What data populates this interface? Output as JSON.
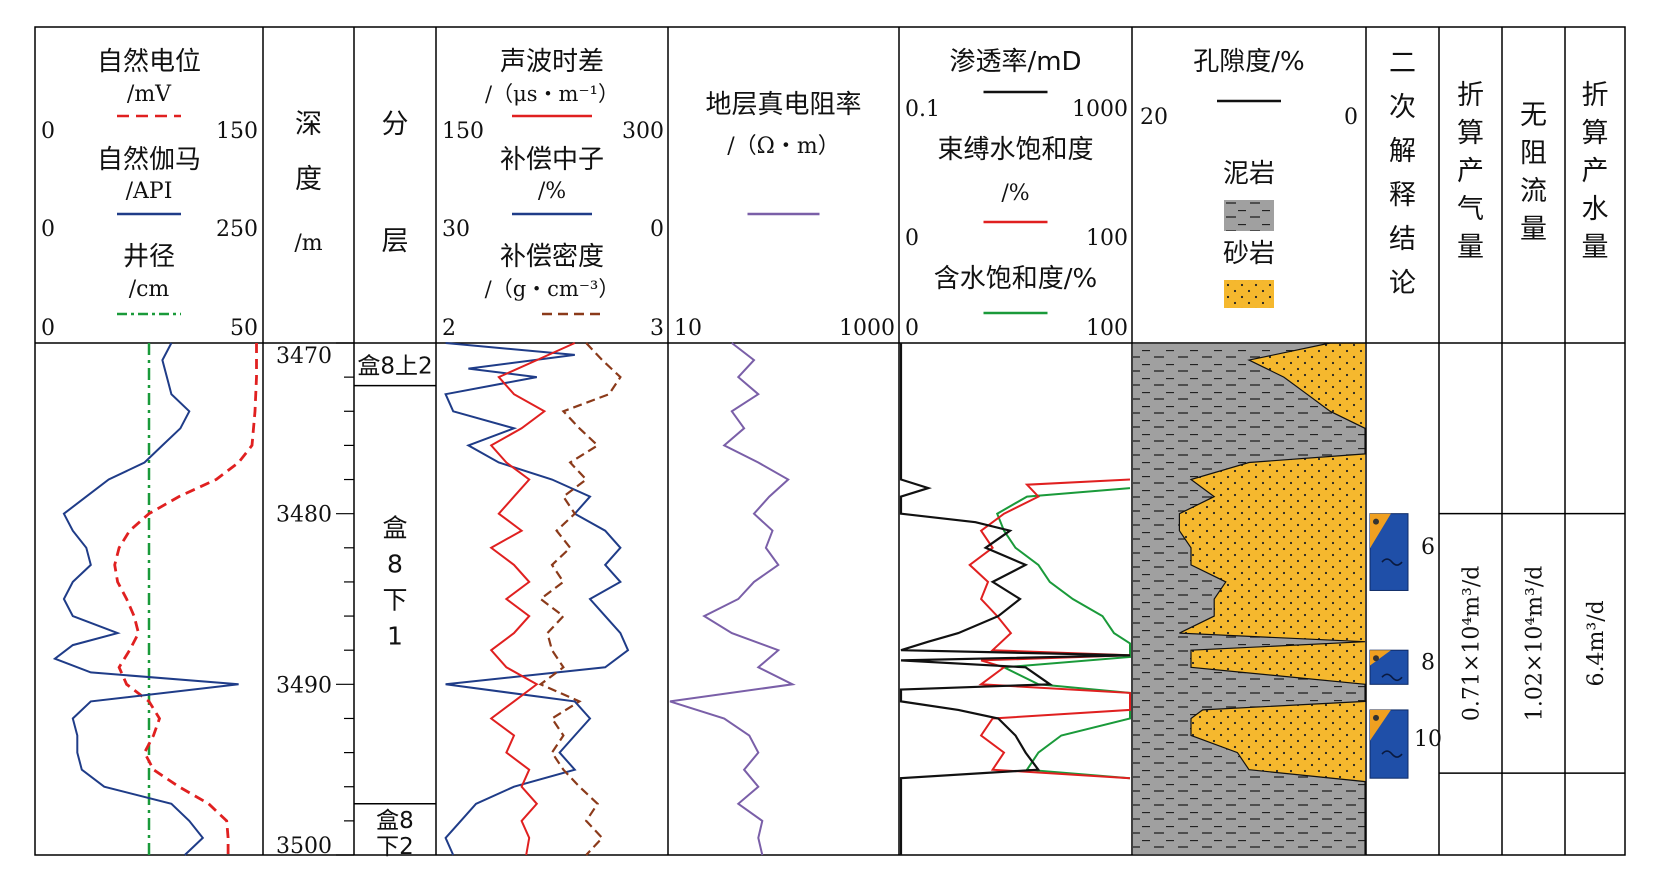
{
  "chart_data": {
    "type": "well_log",
    "depth": {
      "min": 3470,
      "max": 3500,
      "ticks": [
        "3470",
        "3480",
        "3490",
        "3500"
      ],
      "header": [
        "深",
        "度",
        "/m"
      ]
    },
    "columns": {
      "sp_gr_cal": {
        "sp": {
          "name": "自然电位",
          "unit": "/mV",
          "min": "0",
          "max": "150",
          "color": "#e02020"
        },
        "gr": {
          "name": "自然伽马",
          "unit": "/API",
          "min": "0",
          "max": "250",
          "color": "#1f3c88"
        },
        "cal": {
          "name": "井径",
          "unit": "/cm",
          "min": "0",
          "max": "50",
          "color": "#1a9a3a"
        }
      },
      "layer": {
        "header": [
          "分",
          "层"
        ]
      },
      "ac_cnl_den": {
        "ac": {
          "name": "声波时差",
          "unit": "/（μs・m⁻¹）",
          "min": "150",
          "max": "300",
          "color": "#e02020"
        },
        "cnl": {
          "name": "补偿中子",
          "unit": "/%",
          "min": "30",
          "max": "0",
          "color": "#1f3c88"
        },
        "den": {
          "name": "补偿密度",
          "unit": "/（g・cm⁻³）",
          "min": "2",
          "max": "3",
          "color": "#8b3a1a"
        }
      },
      "rt": {
        "name": "地层真电阻率",
        "unit": "/（Ω・m）",
        "min": "10",
        "max": "1000",
        "color": "#7a5fa8"
      },
      "perm_sat": {
        "perm": {
          "name": "渗透率/mD",
          "min": "0.1",
          "max": "1000",
          "color": "#111111"
        },
        "swb": {
          "name": "束缚水饱和度",
          "unit": "/%",
          "min": "0",
          "max": "100",
          "color": "#e02020"
        },
        "sw": {
          "name": "含水饱和度/%",
          "min": "0",
          "max": "100",
          "color": "#1a9a3a"
        }
      },
      "porosity": {
        "name": "孔隙度/%",
        "min": "20",
        "max": "0",
        "shale_label": "泥岩",
        "sand_label": "砂岩",
        "shale_color": "#a0a0a0",
        "sand_color": "#f5b82e"
      },
      "interp": {
        "header": [
          "二",
          "次",
          "解",
          "释",
          "结",
          "论"
        ]
      },
      "gas": {
        "header": [
          "折",
          "算",
          "产",
          "气",
          "量"
        ],
        "value": "0.71×10⁴m³/d"
      },
      "flow": {
        "header": [
          "无",
          "阻",
          "流",
          "量"
        ],
        "value": "1.02×10⁴m³/d"
      },
      "water": {
        "header": [
          "折",
          "算",
          "产",
          "水",
          "量"
        ],
        "value": "6.4m³/d"
      }
    },
    "layers": [
      {
        "name": "盒8上2",
        "top": 3470,
        "bottom": 3472.5
      },
      {
        "name": "盒8下1",
        "top": 3472.5,
        "bottom": 3497
      },
      {
        "name": "盒8下2",
        "top": 3497,
        "bottom": 3500
      }
    ],
    "intervals": [
      {
        "number": "6",
        "top": 3480,
        "bottom": 3484.5
      },
      {
        "number": "8",
        "top": 3488,
        "bottom": 3490
      },
      {
        "number": "10",
        "top": 3491.5,
        "bottom": 3495.5
      }
    ],
    "series": {
      "sp": [
        [
          3470,
          147
        ],
        [
          3472,
          147
        ],
        [
          3474,
          146
        ],
        [
          3476,
          144
        ],
        [
          3477,
          135
        ],
        [
          3478,
          120
        ],
        [
          3479,
          95
        ],
        [
          3480,
          75
        ],
        [
          3481,
          62
        ],
        [
          3482,
          55
        ],
        [
          3483,
          52
        ],
        [
          3484,
          54
        ],
        [
          3485,
          60
        ],
        [
          3486,
          65
        ],
        [
          3487,
          68
        ],
        [
          3488,
          62
        ],
        [
          3489,
          55
        ],
        [
          3490,
          60
        ],
        [
          3491,
          75
        ],
        [
          3492,
          82
        ],
        [
          3493,
          78
        ],
        [
          3494,
          72
        ],
        [
          3495,
          78
        ],
        [
          3496,
          95
        ],
        [
          3497,
          115
        ],
        [
          3498,
          127
        ],
        [
          3499,
          128
        ],
        [
          3500,
          128
        ]
      ],
      "gr": [
        [
          3470,
          150
        ],
        [
          3471,
          140
        ],
        [
          3472,
          145
        ],
        [
          3473,
          150
        ],
        [
          3474,
          170
        ],
        [
          3475,
          160
        ],
        [
          3476,
          140
        ],
        [
          3477,
          120
        ],
        [
          3478,
          80
        ],
        [
          3479,
          55
        ],
        [
          3480,
          30
        ],
        [
          3481,
          40
        ],
        [
          3482,
          55
        ],
        [
          3483,
          60
        ],
        [
          3484,
          40
        ],
        [
          3485,
          30
        ],
        [
          3486,
          40
        ],
        [
          3487,
          90
        ],
        [
          3487.7,
          40
        ],
        [
          3488.5,
          20
        ],
        [
          3489.3,
          60
        ],
        [
          3490,
          225
        ],
        [
          3491,
          60
        ],
        [
          3492,
          40
        ],
        [
          3493,
          45
        ],
        [
          3494,
          45
        ],
        [
          3495,
          50
        ],
        [
          3496,
          75
        ],
        [
          3497,
          150
        ],
        [
          3498,
          170
        ],
        [
          3499,
          185
        ],
        [
          3500,
          165
        ]
      ],
      "cal": [
        [
          3470,
          25
        ],
        [
          3500,
          25
        ]
      ],
      "ac": [
        [
          3470,
          240
        ],
        [
          3471,
          215
        ],
        [
          3472,
          190
        ],
        [
          3473,
          200
        ],
        [
          3474,
          220
        ],
        [
          3475,
          205
        ],
        [
          3476,
          185
        ],
        [
          3477,
          195
        ],
        [
          3478,
          210
        ],
        [
          3479,
          200
        ],
        [
          3480,
          190
        ],
        [
          3481,
          205
        ],
        [
          3482,
          185
        ],
        [
          3483,
          200
        ],
        [
          3484,
          210
        ],
        [
          3485,
          195
        ],
        [
          3486,
          210
        ],
        [
          3487,
          200
        ],
        [
          3488,
          185
        ],
        [
          3489,
          195
        ],
        [
          3490,
          215
        ],
        [
          3491,
          200
        ],
        [
          3492,
          185
        ],
        [
          3493,
          200
        ],
        [
          3494,
          195
        ],
        [
          3495,
          210
        ],
        [
          3496,
          205
        ],
        [
          3497,
          215
        ],
        [
          3498,
          205
        ],
        [
          3499,
          210
        ],
        [
          3500,
          208
        ]
      ],
      "cnl": [
        [
          3470,
          29
        ],
        [
          3470.7,
          12
        ],
        [
          3471.5,
          26
        ],
        [
          3472,
          17
        ],
        [
          3473,
          29
        ],
        [
          3474,
          28
        ],
        [
          3475,
          20
        ],
        [
          3476,
          26
        ],
        [
          3477,
          22
        ],
        [
          3478,
          15
        ],
        [
          3479,
          10
        ],
        [
          3480,
          12
        ],
        [
          3481,
          8
        ],
        [
          3482,
          6
        ],
        [
          3483,
          8
        ],
        [
          3484,
          6
        ],
        [
          3485,
          10
        ],
        [
          3486,
          8
        ],
        [
          3487,
          6
        ],
        [
          3488,
          5
        ],
        [
          3489,
          8
        ],
        [
          3490,
          29
        ],
        [
          3491,
          12
        ],
        [
          3492,
          10
        ],
        [
          3493,
          12
        ],
        [
          3494,
          14
        ],
        [
          3495,
          12
        ],
        [
          3496,
          20
        ],
        [
          3497,
          25
        ],
        [
          3498,
          27
        ],
        [
          3499,
          29
        ],
        [
          3500,
          28
        ]
      ],
      "den": [
        [
          3470,
          2.65
        ],
        [
          3471,
          2.72
        ],
        [
          3472,
          2.8
        ],
        [
          3473,
          2.75
        ],
        [
          3474,
          2.55
        ],
        [
          3475,
          2.62
        ],
        [
          3476,
          2.7
        ],
        [
          3477,
          2.58
        ],
        [
          3478,
          2.65
        ],
        [
          3479,
          2.55
        ],
        [
          3480,
          2.6
        ],
        [
          3481,
          2.52
        ],
        [
          3482,
          2.58
        ],
        [
          3483,
          2.5
        ],
        [
          3484,
          2.55
        ],
        [
          3485,
          2.45
        ],
        [
          3486,
          2.55
        ],
        [
          3487,
          2.48
        ],
        [
          3488,
          2.5
        ],
        [
          3489,
          2.55
        ],
        [
          3490,
          2.45
        ],
        [
          3491,
          2.62
        ],
        [
          3492,
          2.5
        ],
        [
          3493,
          2.55
        ],
        [
          3494,
          2.5
        ],
        [
          3495,
          2.55
        ],
        [
          3496,
          2.62
        ],
        [
          3497,
          2.7
        ],
        [
          3498,
          2.65
        ],
        [
          3499,
          2.72
        ],
        [
          3500,
          2.65
        ]
      ],
      "rt": [
        [
          3470,
          35
        ],
        [
          3471,
          55
        ],
        [
          3472,
          40
        ],
        [
          3473,
          60
        ],
        [
          3474,
          35
        ],
        [
          3475,
          45
        ],
        [
          3476,
          30
        ],
        [
          3477,
          60
        ],
        [
          3478,
          110
        ],
        [
          3479,
          75
        ],
        [
          3480,
          55
        ],
        [
          3481,
          80
        ],
        [
          3482,
          70
        ],
        [
          3483,
          90
        ],
        [
          3484,
          55
        ],
        [
          3485,
          40
        ],
        [
          3486,
          20
        ],
        [
          3487,
          35
        ],
        [
          3488,
          90
        ],
        [
          3489,
          60
        ],
        [
          3490,
          120
        ],
        [
          3491,
          10
        ],
        [
          3492,
          30
        ],
        [
          3493,
          50
        ],
        [
          3494,
          60
        ],
        [
          3495,
          45
        ],
        [
          3496,
          60
        ],
        [
          3497,
          40
        ],
        [
          3498,
          65
        ],
        [
          3499,
          60
        ],
        [
          3500,
          65
        ]
      ],
      "perm": [
        [
          3470,
          0.1
        ],
        [
          3478,
          0.1
        ],
        [
          3478.5,
          0.3
        ],
        [
          3479,
          0.1
        ],
        [
          3480,
          0.1
        ],
        [
          3480.5,
          2
        ],
        [
          3481,
          8
        ],
        [
          3482,
          3
        ],
        [
          3483,
          15
        ],
        [
          3484,
          4
        ],
        [
          3485,
          12
        ],
        [
          3486,
          5
        ],
        [
          3487,
          1
        ],
        [
          3487.5,
          0.3
        ],
        [
          3488,
          0.1
        ],
        [
          3488.3,
          1000
        ],
        [
          3488.6,
          0.1
        ],
        [
          3489,
          15
        ],
        [
          3490,
          40
        ],
        [
          3490.3,
          0.1
        ],
        [
          3491,
          0.1
        ],
        [
          3491.5,
          1
        ],
        [
          3492,
          5
        ],
        [
          3493,
          10
        ],
        [
          3494,
          15
        ],
        [
          3495,
          25
        ],
        [
          3495.5,
          0.1
        ],
        [
          3500,
          0.1
        ]
      ],
      "swb": [
        [
          3478,
          100
        ],
        [
          3478.3,
          55
        ],
        [
          3479,
          60
        ],
        [
          3480,
          45
        ],
        [
          3481,
          35
        ],
        [
          3482,
          40
        ],
        [
          3483,
          30
        ],
        [
          3484,
          38
        ],
        [
          3485,
          35
        ],
        [
          3486,
          42
        ],
        [
          3487,
          48
        ],
        [
          3488,
          40
        ],
        [
          3488.3,
          100
        ],
        [
          3488.6,
          35
        ],
        [
          3489,
          45
        ],
        [
          3490,
          35
        ],
        [
          3490.5,
          100
        ],
        [
          3491.5,
          100
        ],
        [
          3492,
          40
        ],
        [
          3493,
          35
        ],
        [
          3494,
          45
        ],
        [
          3495,
          40
        ],
        [
          3495.5,
          100
        ]
      ],
      "sw": [
        [
          3478.5,
          100
        ],
        [
          3479,
          55
        ],
        [
          3480,
          42
        ],
        [
          3481,
          45
        ],
        [
          3482,
          50
        ],
        [
          3483,
          60
        ],
        [
          3484,
          65
        ],
        [
          3485,
          75
        ],
        [
          3486,
          88
        ],
        [
          3487,
          93
        ],
        [
          3487.6,
          100
        ],
        [
          3488.4,
          100
        ],
        [
          3489,
          45
        ],
        [
          3490,
          60
        ],
        [
          3490.5,
          100
        ],
        [
          3492,
          100
        ],
        [
          3493,
          70
        ],
        [
          3494,
          60
        ],
        [
          3495,
          55
        ],
        [
          3495.5,
          100
        ]
      ],
      "por": [
        [
          3470,
          3
        ],
        [
          3471,
          10
        ],
        [
          3472,
          7
        ],
        [
          3473,
          5
        ],
        [
          3474,
          3
        ],
        [
          3475,
          0
        ],
        [
          3476,
          0
        ],
        [
          3476.5,
          0
        ],
        [
          3477,
          10
        ],
        [
          3478,
          15
        ],
        [
          3479,
          13
        ],
        [
          3480,
          16
        ],
        [
          3481,
          16
        ],
        [
          3482,
          15
        ],
        [
          3483,
          15
        ],
        [
          3484,
          12
        ],
        [
          3485,
          13
        ],
        [
          3486,
          13
        ],
        [
          3487,
          16
        ],
        [
          3487.5,
          0
        ],
        [
          3488,
          15
        ],
        [
          3489,
          15
        ],
        [
          3490,
          0
        ],
        [
          3491,
          0
        ],
        [
          3491.5,
          14
        ],
        [
          3492,
          15
        ],
        [
          3493,
          15
        ],
        [
          3494,
          11
        ],
        [
          3495,
          10
        ],
        [
          3495.7,
          0
        ],
        [
          3500,
          0
        ]
      ]
    }
  }
}
